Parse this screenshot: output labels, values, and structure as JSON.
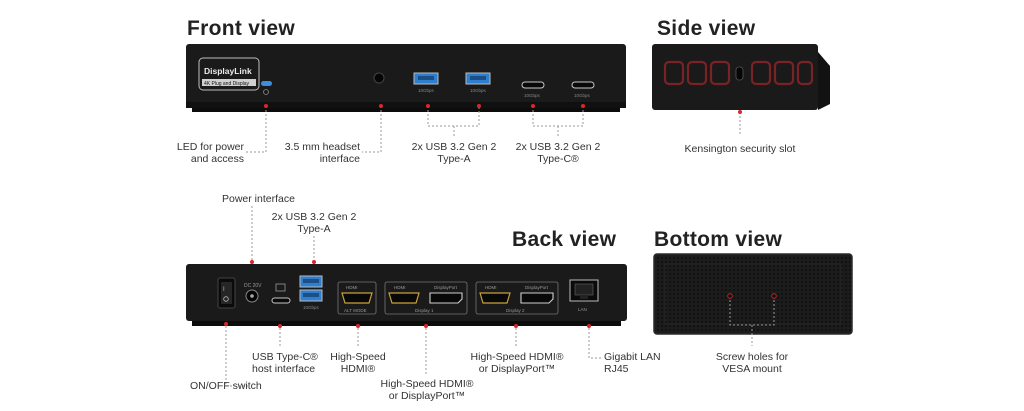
{
  "titles": {
    "front": "Front view",
    "side": "Side view",
    "back": "Back view",
    "bottom": "Bottom view"
  },
  "device_text": {
    "brand": "DisplayLink",
    "brand_sub": "4K Plug and Display",
    "front_port_1": "10Gbps",
    "front_port_2": "10Gbps",
    "front_port_3": "10Gbps",
    "front_port_4": "10Gbps",
    "dc": "DC 20V",
    "usb_a_back": "10Gbps",
    "hdmi_altmode": "ALT MODE",
    "hdmi": "HDMI",
    "displayport": "DisplayPort",
    "display1": "Display 1",
    "display2": "Display 2",
    "lan": "LAN"
  },
  "labels": {
    "led": [
      "LED for power",
      "and access"
    ],
    "headset": [
      "3.5 mm headset",
      "interface"
    ],
    "usb_a_front": [
      "2x USB 3.2 Gen 2",
      "Type-A"
    ],
    "usb_c_front": [
      "2x USB 3.2 Gen 2",
      "Type-C®"
    ],
    "kensington": "Kensington security slot",
    "power": "Power interface",
    "usb_a_back": [
      "2x USB 3.2 Gen 2",
      "Type-A"
    ],
    "onoff": "ON/OFF switch",
    "usb_c_host": [
      "USB Type-C®",
      "host interface"
    ],
    "hdmi_hs": [
      "High-Speed",
      "HDMI®"
    ],
    "hdmi_dp1": [
      "High-Speed HDMI®",
      "or DisplayPort™"
    ],
    "hdmi_dp2": [
      "High-Speed HDMI®",
      "or DisplayPort™"
    ],
    "lan": [
      "Gigabit LAN",
      "RJ45"
    ],
    "vesa": [
      "Screw holes for",
      "VESA mount"
    ]
  },
  "colors": {
    "device": "#1a1a1a",
    "device_edge": "#2b2b2b",
    "leader": "#9a9a9a",
    "marker": "#d9262b",
    "usb_blue": "#2f7fd1"
  }
}
